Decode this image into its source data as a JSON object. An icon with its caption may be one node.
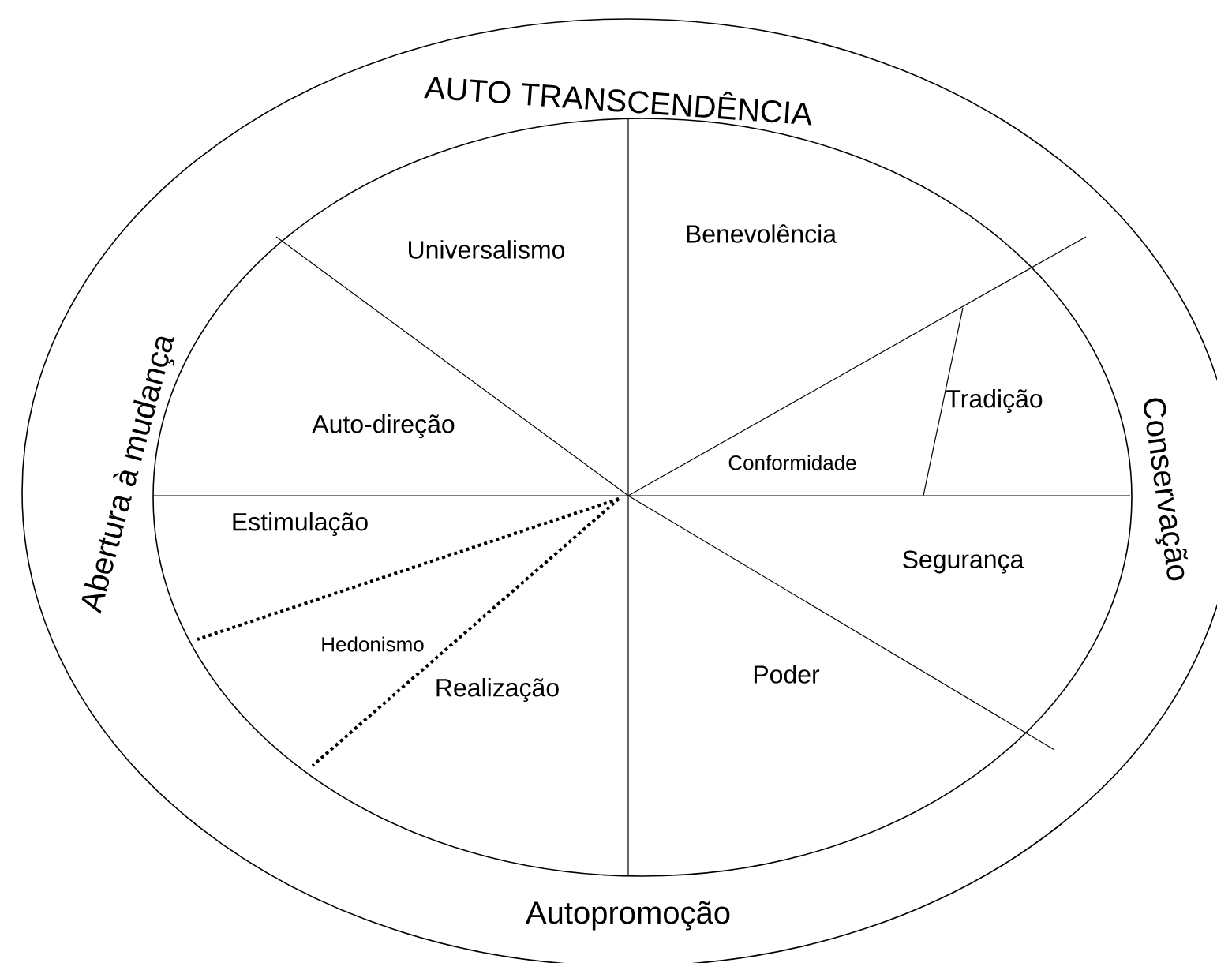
{
  "diagram": {
    "labels": [
      "AUTO TRANSCENDÊNCIA",
      "Abertura à mudança",
      "Conservação",
      "Autopromoção",
      "Universalismo",
      "Benevolência",
      "Auto-direção",
      "Tradição",
      "Conformidade",
      "Estimulação",
      "Segurança",
      "Hedonismo",
      "Poder",
      "Realização"
    ]
  }
}
